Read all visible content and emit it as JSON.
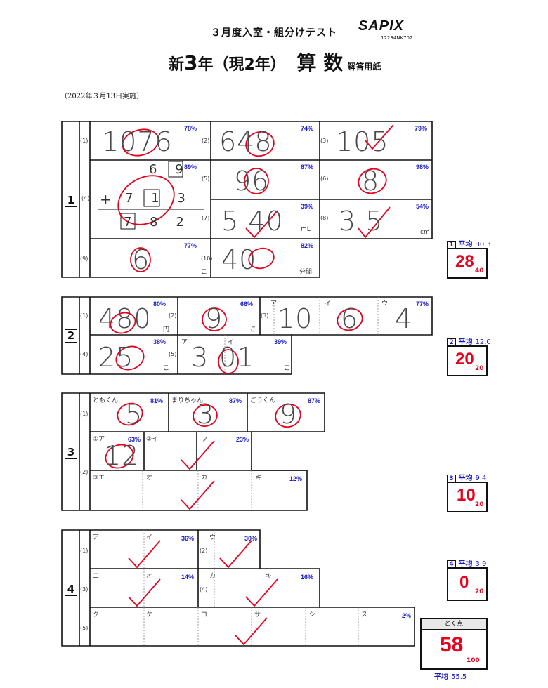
{
  "header": {
    "title_top": "３月度入室・組分けテスト",
    "title_main_prefix": "新",
    "title_main_grade": "3",
    "title_main_mid": "年（現2年）",
    "title_main_subject": "算 数",
    "title_main_suffix": "解答用紙",
    "logo": "SAPIX",
    "code": "12234NK702",
    "date": "（2022年３月13日実施）"
  },
  "sections": [
    {
      "number": "1",
      "average_label": "平均",
      "average": "30.3",
      "score": "28",
      "max": "40",
      "questions": [
        {
          "label": "(1)",
          "answer": "1076",
          "rate": "78%"
        },
        {
          "label": "(2)",
          "answer": "648",
          "rate": "74%"
        },
        {
          "label": "(3)",
          "answer": "105",
          "rate": "79%"
        },
        {
          "label": "(4)",
          "answer": "",
          "rate": "89%"
        },
        {
          "label": "(5)",
          "answer": "96",
          "rate": "87%"
        },
        {
          "label": "(6)",
          "answer": "8",
          "rate": "98%"
        },
        {
          "label": "(7)",
          "answer": "5 40",
          "rate": "39%",
          "unit": "mL"
        },
        {
          "label": "(8)",
          "answer": "3 5",
          "rate": "54%",
          "unit": "cm"
        },
        {
          "label": "(9)",
          "answer": "6",
          "rate": "77%",
          "unit": "こ"
        },
        {
          "label": "(10)",
          "answer": "40",
          "rate": "82%",
          "unit": "分間"
        }
      ],
      "addition": {
        "row1": "6 9",
        "row2_sign": "+",
        "row2": "7 1 3",
        "row3": "7 8 2"
      }
    },
    {
      "number": "2",
      "average_label": "平均",
      "average": "12.0",
      "score": "20",
      "max": "20",
      "questions": [
        {
          "label": "(1)",
          "answer": "480",
          "rate": "80%",
          "unit": "円"
        },
        {
          "label": "(2)",
          "answer": "9",
          "rate": "66%",
          "unit": "こ"
        },
        {
          "label": "(3)",
          "sub": [
            "ア",
            "イ",
            "ウ"
          ],
          "answers": [
            "10",
            "6",
            "4"
          ],
          "rate": "77%"
        },
        {
          "label": "(4)",
          "answer": "25",
          "rate": "38%",
          "unit": "こ"
        },
        {
          "label": "(5)",
          "sub": [
            "ア",
            "イ"
          ],
          "answers": [
            "3",
            "01"
          ],
          "rate": "39%",
          "unit": "こ"
        }
      ]
    },
    {
      "number": "3",
      "average_label": "平均",
      "average": "9.4",
      "score": "10",
      "max": "20",
      "row1": [
        {
          "name": "ともくん",
          "answer": "5",
          "rate": "81%"
        },
        {
          "name": "まりちゃん",
          "answer": "3",
          "rate": "87%"
        },
        {
          "name": "ごうくん",
          "answer": "9",
          "rate": "87%"
        }
      ],
      "row2": [
        {
          "name": "①ア",
          "answer": "12",
          "rate": "63%"
        },
        {
          "name": "②イ",
          "answer": "",
          "rate": ""
        },
        {
          "name": "ウ",
          "answer": "",
          "rate": "23%"
        }
      ],
      "row3": [
        {
          "name": "③エ"
        },
        {
          "name": "オ"
        },
        {
          "name": "カ"
        },
        {
          "name": "キ",
          "rate": "12%"
        }
      ],
      "labels": [
        "(1)",
        "(2)"
      ]
    },
    {
      "number": "4",
      "average_label": "平均",
      "average": "3.9",
      "score": "0",
      "max": "20",
      "labels": [
        "(1)",
        "(2)",
        "(3)",
        "(4)",
        "(5)"
      ],
      "cells": [
        {
          "name": "ア"
        },
        {
          "name": "イ",
          "rate": "36%"
        },
        {
          "name": "ウ",
          "rate": "30%"
        },
        {
          "name": "エ"
        },
        {
          "name": "オ",
          "rate": "14%"
        },
        {
          "name": "カ"
        },
        {
          "name": "キ",
          "rate": "16%"
        },
        {
          "name": "ク"
        },
        {
          "name": "ケ"
        },
        {
          "name": "コ"
        },
        {
          "name": "サ"
        },
        {
          "name": "シ"
        },
        {
          "name": "ス",
          "rate": "2%"
        }
      ]
    }
  ],
  "total": {
    "label": "とく点",
    "score": "58",
    "max": "100",
    "average_label": "平均",
    "average": "55.5"
  }
}
